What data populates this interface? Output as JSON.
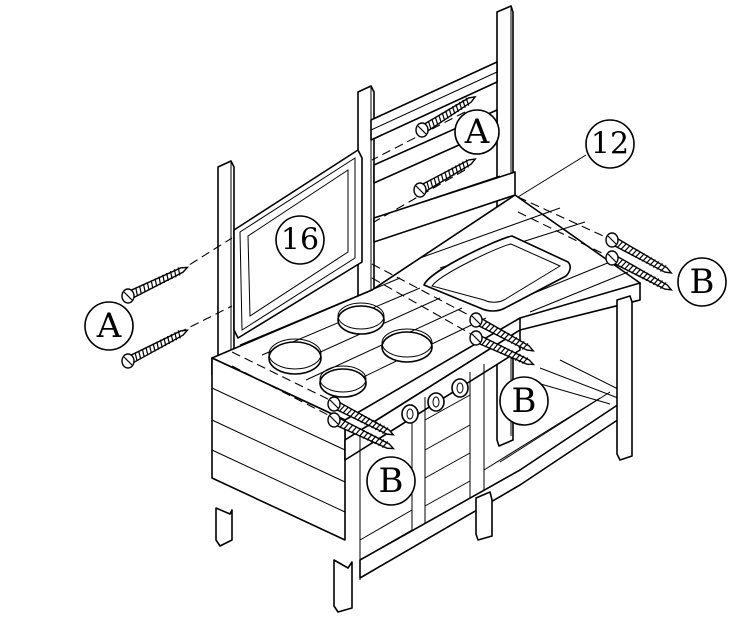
{
  "callouts": {
    "part_12": "12",
    "part_16": "16",
    "screw_a_left": "A",
    "screw_a_top": "A",
    "screw_b_right": "B",
    "screw_b_center": "B",
    "screw_b_front": "B"
  }
}
